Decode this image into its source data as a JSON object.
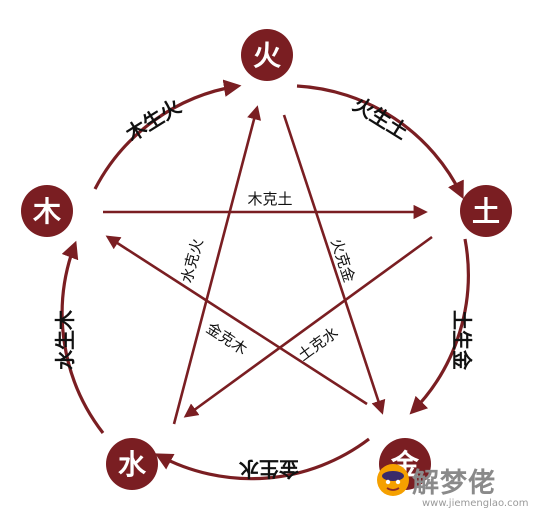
{
  "colors": {
    "arrow": "#7a1e22",
    "node_fill": "#7a1e22",
    "node_text": "#ffffff",
    "label_text": "#111111"
  },
  "elements": {
    "fire": "火",
    "earth": "土",
    "metal": "金",
    "water": "水",
    "wood": "木"
  },
  "generating": {
    "wood_fire": "木生火",
    "fire_earth": "火生土",
    "earth_metal": "土生金",
    "metal_water": "金生水",
    "water_wood": "水生木"
  },
  "overcoming": {
    "wood_earth": "木克土",
    "fire_metal": "火克金",
    "earth_water": "土克水",
    "metal_wood": "金克木",
    "water_fire": "水克火"
  },
  "watermark": {
    "text": "解梦佬",
    "url": "www.jiemenglao.com"
  }
}
